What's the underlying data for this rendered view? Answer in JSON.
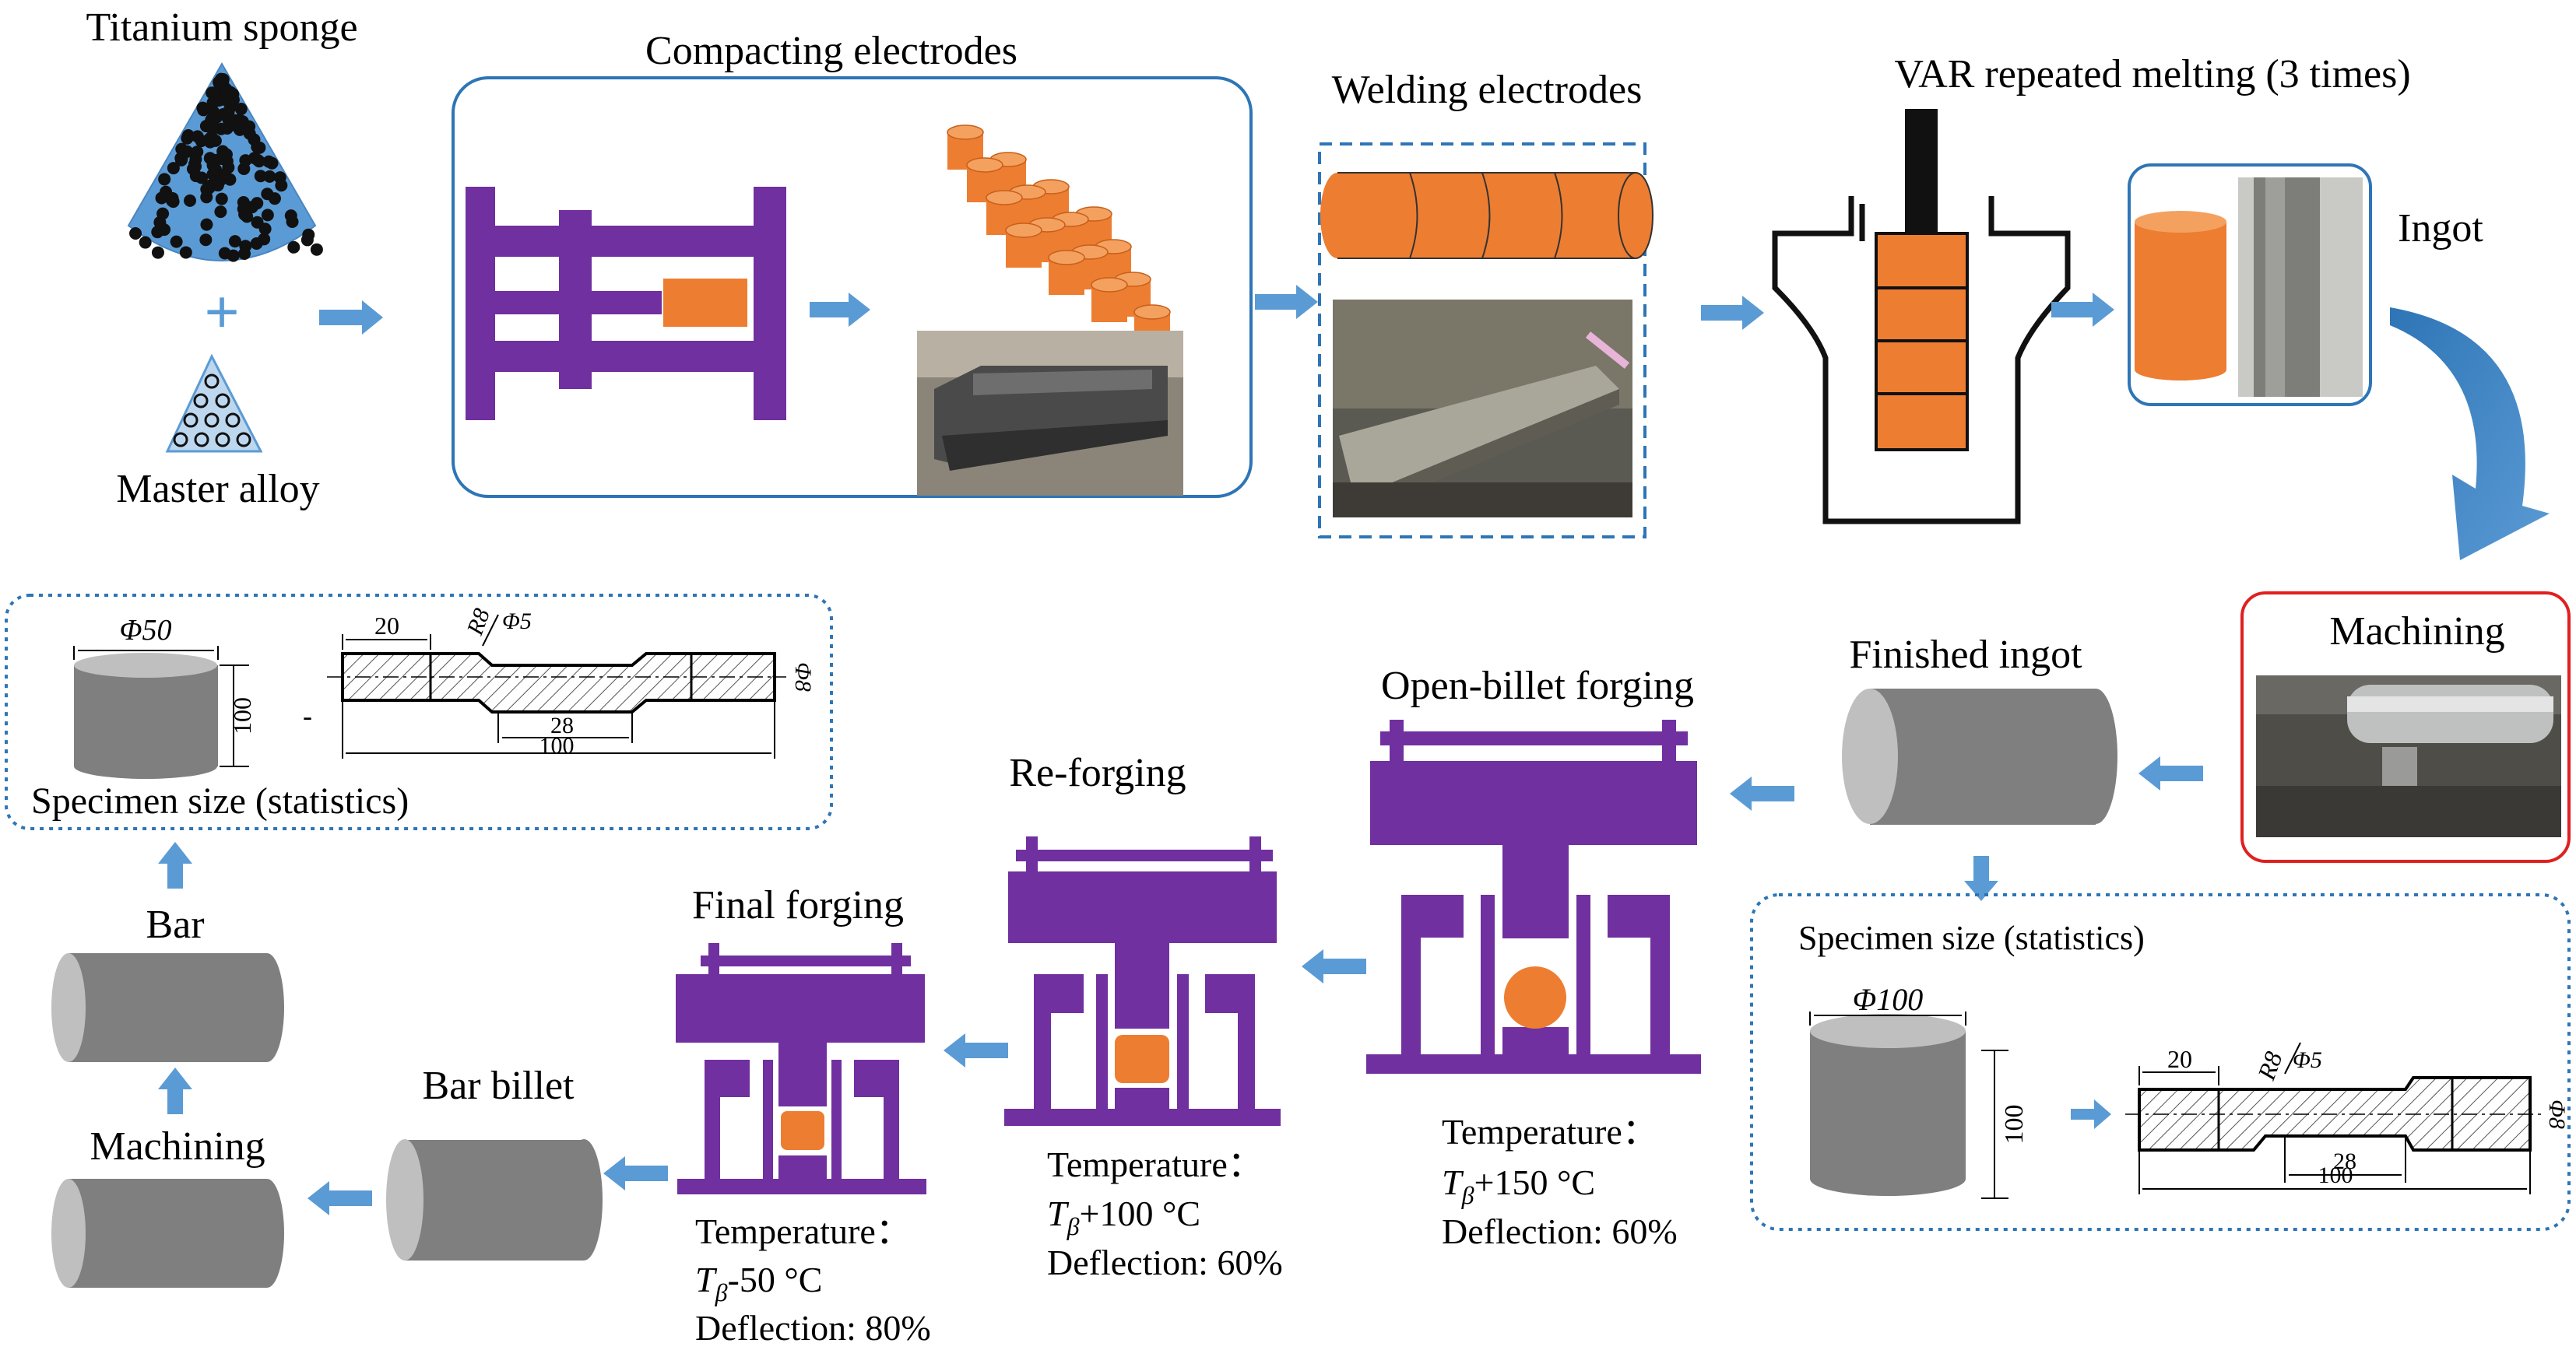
{
  "colors": {
    "purple": "#7030A0",
    "orange": "#ED7D31",
    "blue_arrow": "#5B9BD5",
    "sponge_blue": "#5B9BD5",
    "frame_blue": "#2E75B6",
    "frame_red": "#E02020",
    "cyl_gray": "#7F7F7F"
  },
  "labels": {
    "titanium_sponge": "Titanium sponge",
    "master_alloy": "Master alloy",
    "compacting": "Compacting electrodes",
    "welding": "Welding electrodes",
    "var": "VAR repeated melting (3 times)",
    "ingot": "Ingot",
    "machining_top": "Machining",
    "finished_ingot": "Finished ingot",
    "open_billet": "Open-billet forging",
    "re_forging": "Re-forging",
    "final_forging": "Final forging",
    "bar_billet": "Bar billet",
    "machining_left": "Machining",
    "bar": "Bar"
  },
  "temps": {
    "open": {
      "label": "Temperature：",
      "t": "T",
      "sub": "β",
      "rest": "+150 °C",
      "deflection": "Deflection: 60%"
    },
    "re": {
      "label": "Temperature：",
      "t": "T",
      "sub": "β",
      "rest": "+100 °C",
      "deflection": "Deflection: 60%"
    },
    "final": {
      "label": "Temperature：",
      "t": "T",
      "sub": "β",
      "rest": "-50 °C",
      "deflection": "Deflection: 80%"
    }
  },
  "spec_small": {
    "title": "Specimen size (statistics)",
    "phi_cyl": "Φ50",
    "h_cyl": "100",
    "d_shoulder": "20",
    "r": "R8",
    "phi_neck": "Φ5",
    "gauge": "28",
    "total": "100",
    "phi_end": "Φ8",
    "dash": "-"
  },
  "spec_large": {
    "title": "Specimen size (statistics)",
    "phi_cyl": "Φ100",
    "h_cyl": "100",
    "d_shoulder": "20",
    "r": "R8",
    "phi_neck": "Φ5",
    "gauge": "28",
    "total": "100",
    "phi_end": "Φ8"
  }
}
